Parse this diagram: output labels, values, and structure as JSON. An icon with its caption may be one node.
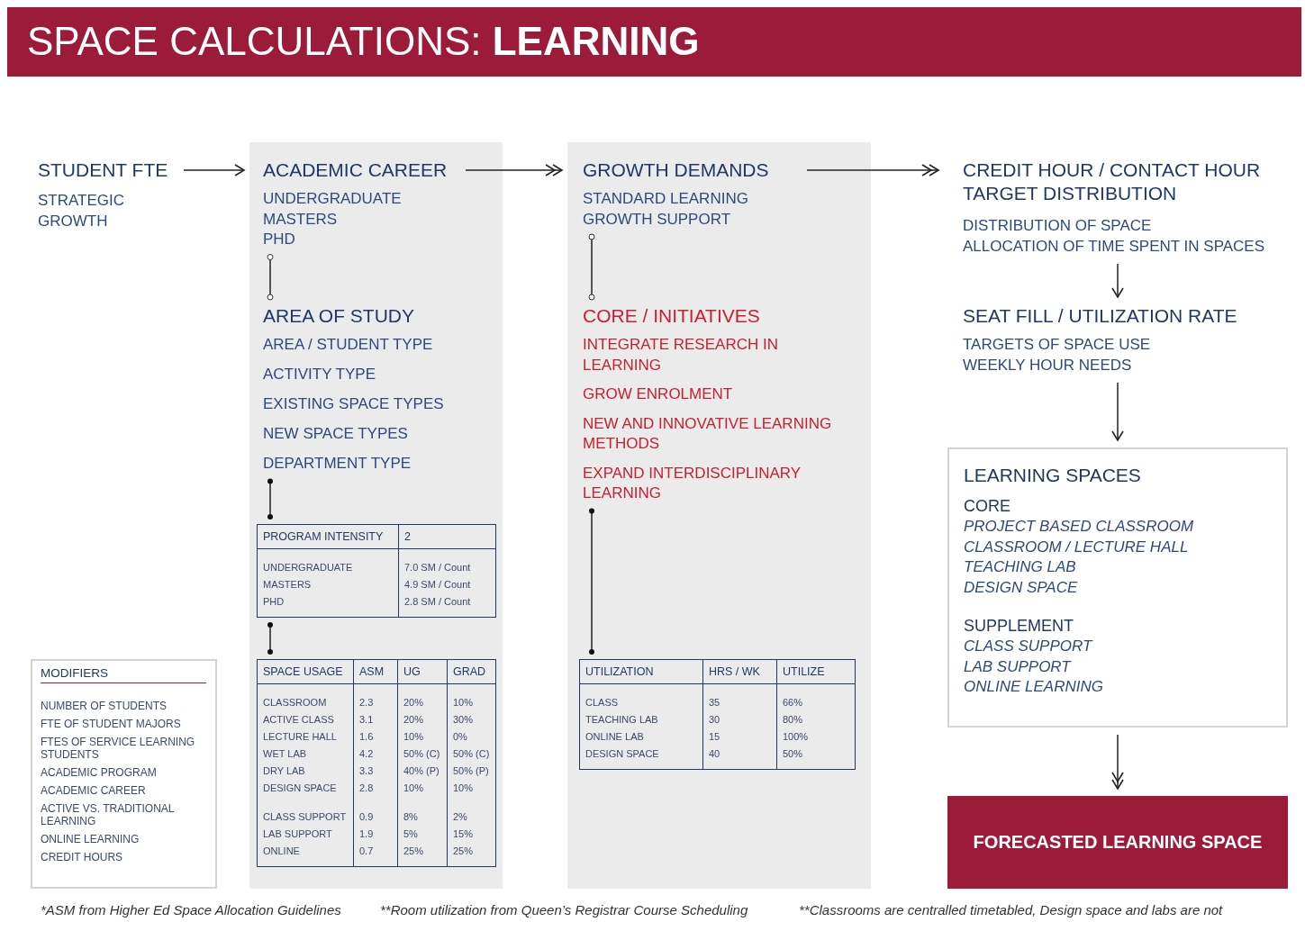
{
  "diagram": {
    "title": "SPACE CALCULATIONS: **LEARNING**",
    "nodes": [
      {
        "text": [
          "STUDENT FTE",
          "STRATEGIC GROWTH"
        ]
      },
      {
        "text": [],
        "shape": "band"
      },
      {
        "text": [
          "ACADEMIC CAREER",
          "UNDERGRADUATE",
          "MASTERS",
          "PHD"
        ],
        "in": 1
      },
      {
        "text": [
          "AREA OF STUDY",
          "AREA / STUDENT TYPE",
          "ACTIVITY TYPE",
          "EXISTING SPACE TYPES",
          "NEW SPACE TYPES",
          "DEPARTMENT TYPE"
        ],
        "in": 1
      },
      {
        "text": [
          "PROGRAM INTENSITY",
          "2",
          "UNDERGRADUATE",
          "7.0 SM / Count",
          "MASTERS",
          "4.9 SM / Count",
          "PHD",
          "2.8 SM / Count"
        ],
        "in": 1
      },
      {
        "text": [
          "SPACE USAGE",
          "ASM",
          "UG",
          "GRAD",
          "CLASSROOM",
          "2.3",
          "20%",
          "10%",
          "ACTIVE CLASS",
          "3.1",
          "20%",
          "30%",
          "LECTURE HALL",
          "1.6",
          "10%",
          "0%",
          "WET LAB",
          "4.2",
          "50% (C)",
          "50% (C)",
          "DRY LAB",
          "3.3",
          "40% (P)",
          "50% (P)",
          "DESIGN SPACE",
          "2.8",
          "10%",
          "10%",
          "CLASS SUPPORT",
          "0.9",
          "8%",
          "2%",
          "LAB SUPPORT",
          "1.9",
          "5%",
          "15%",
          "ONLINE",
          "0.7",
          "25%",
          "25%"
        ],
        "in": 1
      },
      {
        "text": [],
        "shape": "band"
      },
      {
        "text": [
          "GROWTH DEMANDS",
          "STANDARD LEARNING",
          "GROWTH SUPPORT"
        ],
        "in": 6
      },
      {
        "text": [
          "CORE / INITIATIVES",
          "INTEGRATE RESEARCH IN LEARNING",
          "GROW ENROLMENT",
          "NEW AND INNOVATIVE LEARNING METHODS",
          "EXPAND INTERDISCIPLINARY LEARNING"
        ],
        "in": 6
      },
      {
        "text": [
          "UTILIZATION",
          "HRS / WK",
          "UTILIZE",
          "CLASS",
          "35",
          "66%",
          "TEACHING LAB",
          "30",
          "80%",
          "ONLINE LAB",
          "15",
          "100%",
          "DESIGN SPACE",
          "40",
          "50%"
        ],
        "in": 6
      },
      {
        "text": [
          "CREDIT HOUR / CONTACT HOUR TARGET DISTRIBUTION",
          "DISTRIBUTION OF SPACE",
          "ALLOCATION OF TIME SPENT IN SPACES"
        ]
      },
      {
        "text": [
          "SEAT FILL / UTILIZATION RATE",
          "TARGETS OF SPACE USE",
          "WEEKLY HOUR NEEDS"
        ]
      },
      {
        "text": [
          "LEARNING SPACES",
          "CORE",
          "PROJECT BASED CLASSROOM",
          "CLASSROOM / LECTURE HALL",
          "TEACHING LAB",
          "DESIGN SPACE",
          "SUPPLEMENT",
          "CLASS SUPPORT",
          "LAB SUPPORT",
          "ONLINE LEARNING"
        ]
      },
      {
        "text": [
          "FORECASTED LEARNING SPACE"
        ]
      },
      {
        "text": [
          "MODIFIERS",
          "NUMBER OF STUDENTS",
          "FTE OF STUDENT MAJORS",
          "FTES OF SERVICE LEARNING STUDENTS",
          "ACADEMIC PROGRAM",
          "ACADEMIC CAREER",
          "ACTIVE VS. TRADITIONAL LEARNING",
          "ONLINE LEARNING",
          "CREDIT HOURS"
        ]
      }
    ],
    "edges": [
      {
        "from": 0,
        "to": 2,
        "arrow": "to"
      },
      {
        "from": 2,
        "to": 7,
        "arrow": "to"
      },
      {
        "from": 7,
        "to": 10,
        "arrow": "to"
      },
      {
        "from": 2,
        "to": 3,
        "arrow": "other"
      },
      {
        "from": 3,
        "to": 4,
        "arrow": "other"
      },
      {
        "from": 4,
        "to": 5,
        "arrow": "other"
      },
      {
        "from": 7,
        "to": 8,
        "arrow": "other"
      },
      {
        "from": 8,
        "to": 9,
        "arrow": "other"
      },
      {
        "from": 10,
        "to": 11,
        "arrow": "to"
      },
      {
        "from": 11,
        "to": 12,
        "arrow": "to"
      },
      {
        "from": 12,
        "to": 13,
        "arrow": "to"
      }
    ],
    "labels": [
      "*ASM from Higher Ed Space Allocation Guidelines",
      "**Room utilization from Queen’s Registrar Course Scheduling",
      "**Classrooms are centralled timetabled, Design space and labs are not"
    ]
  }
}
